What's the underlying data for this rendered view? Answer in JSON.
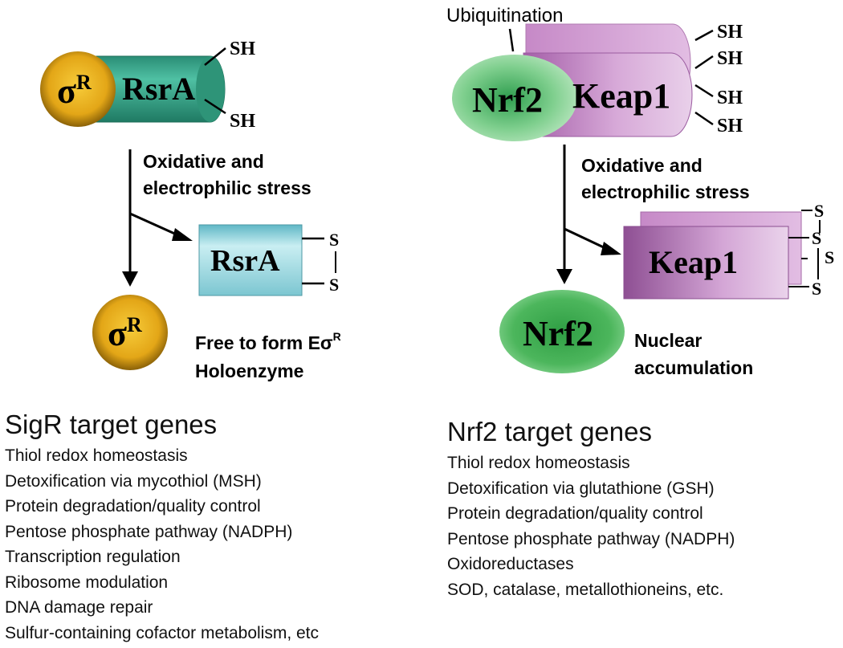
{
  "left_panel": {
    "sigma_label": "σ",
    "sigma_sup": "R",
    "rsra_label": "RsrA",
    "thiol_top": "SH",
    "thiol_bottom": "SH",
    "stress_line1": "Oxidative and",
    "stress_line2": "electrophilic stress",
    "disulfide_s1": "S",
    "disulfide_s2": "S",
    "free_line1_prefix": "Free to form Eσ",
    "free_line1_sup": "R",
    "free_line2": "Holoenzyme"
  },
  "right_panel": {
    "ubiquitination_label": "Ubiquitination",
    "nrf2_label": "Nrf2",
    "keap1_label": "Keap1",
    "thiols": [
      "SH",
      "SH",
      "SH",
      "SH"
    ],
    "stress_line1": "Oxidative and",
    "stress_line2": "electrophilic stress",
    "sulfurs": [
      "S",
      "S",
      "S",
      "S"
    ],
    "nuclear_line1": "Nuclear",
    "nuclear_line2": "accumulation"
  },
  "sigr_genes": {
    "title": "SigR target genes",
    "items": [
      "Thiol redox homeostasis",
      "Detoxification via mycothiol (MSH)",
      "Protein degradation/quality  control",
      "Pentose phosphate pathway (NADPH)",
      "Transcription regulation",
      "Ribosome modulation",
      "DNA damage repair",
      "Sulfur-containing cofactor metabolism, etc"
    ]
  },
  "nrf2_genes": {
    "title": "Nrf2 target genes",
    "items": [
      "Thiol redox homeostasis",
      "Detoxification via glutathione  (GSH)",
      "Protein degradation/quality  control",
      "Pentose phosphate pathway (NADPH)",
      "Oxidoreductases",
      "SOD, catalase, metallothioneins,  etc."
    ]
  },
  "colors": {
    "sigma_gold": "#f2b31c",
    "rsra_teal": "#34a48a",
    "rsra_box_cyan": "#8fd3da",
    "nrf2_green": "#7fcf8e",
    "nrf2_bright_green": "#49b35a",
    "keap1_purple": "#b274b6",
    "keap1_light": "#dcb4dc"
  }
}
